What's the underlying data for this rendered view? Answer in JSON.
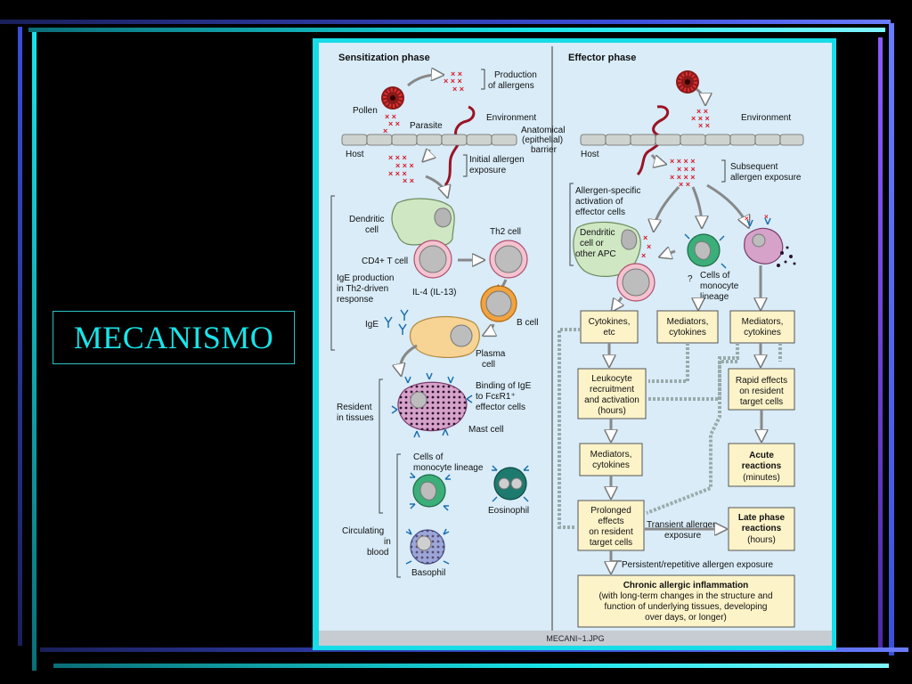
{
  "slide": {
    "title": "MECANISMO",
    "colors": {
      "background": "#000000",
      "accent_cyan": "#19e4e9",
      "accent_blue": "#3a4fd8",
      "figure_bg": "#d9ecf8"
    }
  },
  "figure": {
    "caption": "MECANI~1.JPG",
    "sensitization": {
      "heading": "Sensitization phase",
      "production": [
        "Production",
        "of allergens"
      ],
      "pollen": "Pollen",
      "parasite": "Parasite",
      "environment": "Environment",
      "barrier": [
        "Anatomical",
        "(epithelial)",
        "barrier"
      ],
      "host": "Host",
      "initial": [
        "Initial allergen",
        "exposure"
      ],
      "dendritic": [
        "Dendritic",
        "cell"
      ],
      "th2": "Th2 cell",
      "cd4": "CD4+ T cell",
      "ige_prod": [
        "IgE production",
        "in Th2-driven",
        "response"
      ],
      "il4": "IL-4 (IL-13)",
      "bcell": "B cell",
      "ige": "IgE",
      "plasma": [
        "Plasma",
        "cell"
      ],
      "binding": [
        "Binding of IgE",
        "to FcεR1⁺",
        "effector cells"
      ],
      "resident": [
        "Resident",
        "in tissues"
      ],
      "mast": "Mast cell",
      "monocyte": [
        "Cells of",
        "monocyte lineage"
      ],
      "eosinophil": "Eosinophil",
      "circulating": [
        "Circulating",
        "in",
        "blood"
      ],
      "basophil": "Basophil"
    },
    "effector": {
      "heading": "Effector phase",
      "environment": "Environment",
      "host": "Host",
      "subsequent": [
        "Subsequent",
        "allergen exposure"
      ],
      "activation": [
        "Allergen-specific",
        "activation of",
        "effector cells"
      ],
      "dendritic": [
        "Dendritic",
        "cell or",
        "other APC"
      ],
      "monocyte": [
        "Cells of",
        "monocyte",
        "lineage"
      ],
      "q": "?",
      "box_cytokines": [
        "Cytokines,",
        "etc"
      ],
      "box_mediators1": [
        "Mediators,",
        "cytokines"
      ],
      "box_mediators2": [
        "Mediators,",
        "cytokines"
      ],
      "box_leukocyte": [
        "Leukocyte",
        "recruitment",
        "and activation",
        "(hours)"
      ],
      "box_rapid": [
        "Rapid effects",
        "on resident",
        "target cells"
      ],
      "box_mediators3": [
        "Mediators,",
        "cytokines"
      ],
      "box_acute": [
        "Acute",
        "reactions",
        "(minutes)"
      ],
      "box_prolonged": [
        "Prolonged",
        "effects",
        "on resident",
        "target cells"
      ],
      "transient": [
        "Transient allergen",
        "exposure"
      ],
      "box_late": [
        "Late phase",
        "reactions",
        "(hours)"
      ],
      "persistent": "Persistent/repetitive allergen exposure",
      "box_chronic": [
        "Chronic allergic inflammation",
        "(with long-term changes in the structure and",
        "function of underlying tissues, developing",
        "over days, or longer)"
      ]
    }
  }
}
